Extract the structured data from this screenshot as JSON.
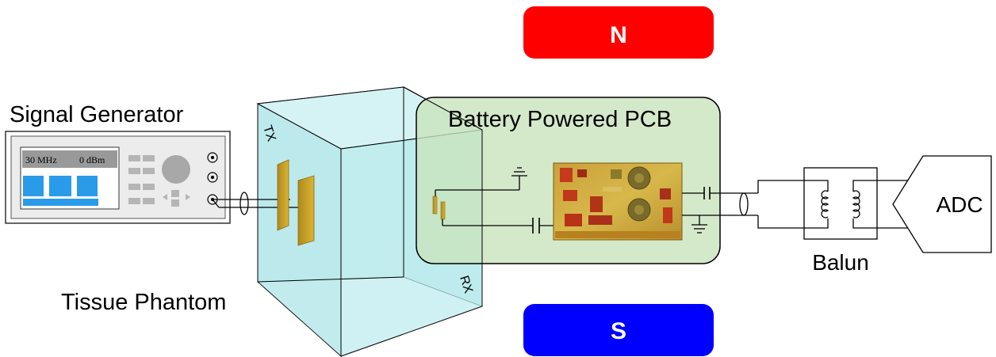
{
  "labels": {
    "signal_generator": "Signal Generator",
    "tissue_phantom": "Tissue Phantom",
    "pcb": "Battery Powered PCB",
    "balun": "Balun",
    "adc": "ADC",
    "tx": "TX",
    "rx": "RX"
  },
  "magnets": {
    "north": "N",
    "south": "S"
  },
  "signal_generator": {
    "frequency": "30 MHz",
    "power": "0 dBm"
  },
  "colors": {
    "north": "#ff0000",
    "south": "#0000ff",
    "pcb_fill": "#d3e8c8",
    "phantom_fill": "#c6eef0",
    "electrode": "#c8a020",
    "screen_blue": "#2a9be8"
  }
}
